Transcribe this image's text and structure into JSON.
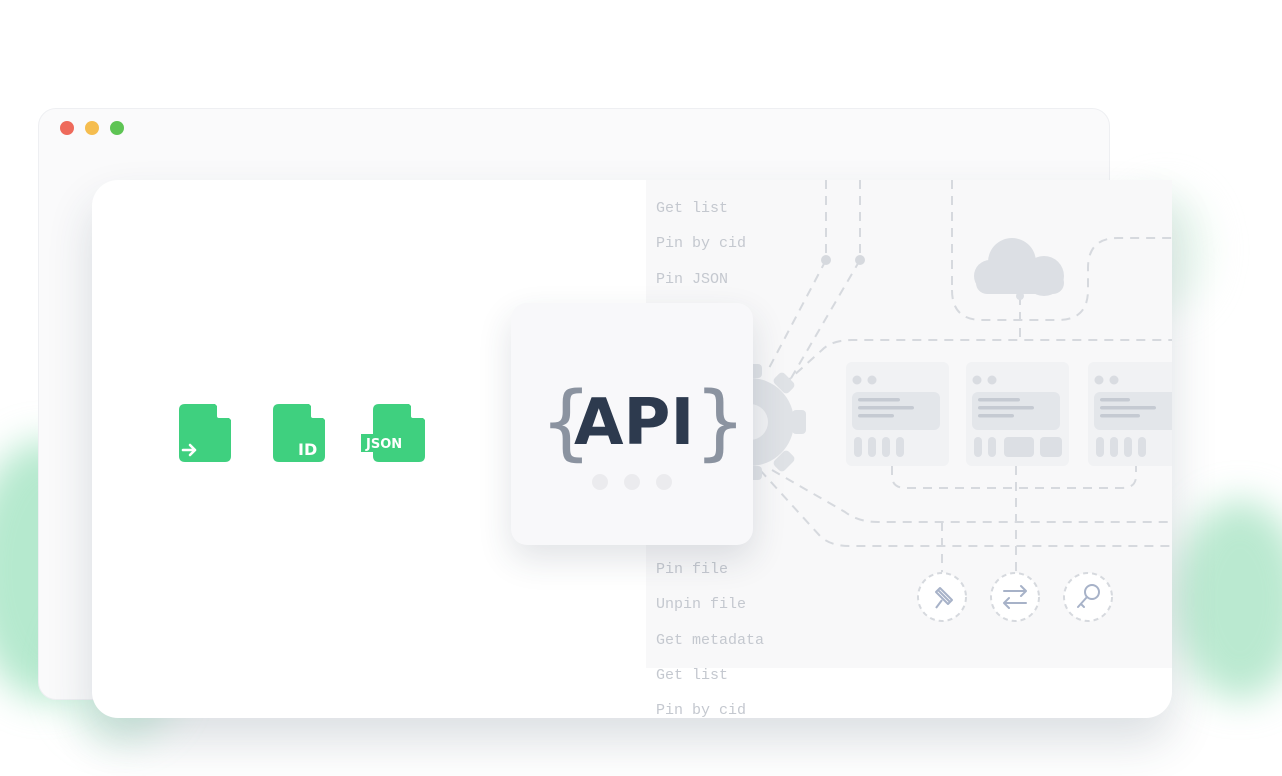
{
  "window": {
    "controls": [
      "close",
      "minimize",
      "maximize"
    ],
    "control_colors": {
      "close": "#ee6a5b",
      "minimize": "#f5bd4f",
      "maximize": "#5ec454"
    }
  },
  "file_icons": [
    {
      "icon": "file-arrow-icon",
      "label": ""
    },
    {
      "icon": "file-id-icon",
      "label": "ID"
    },
    {
      "icon": "file-json-icon",
      "label": "JSON"
    }
  ],
  "api_card": {
    "open_brace": "{",
    "word": "API",
    "close_brace": "}"
  },
  "code_lines_top": [
    "Get list",
    "Pin by cid",
    "Pin JSON"
  ],
  "code_lines_bottom": [
    "Pin file",
    "Unpin file",
    "Get metadata",
    "Get list",
    "Pin by cid"
  ],
  "diagram_icons": [
    "cloud-icon",
    "gear-icon",
    "pin-icon",
    "transfer-icon",
    "key-icon"
  ],
  "colors": {
    "accent_green": "#3fd07f",
    "api_text": "#2d3a4e",
    "api_brace": "#8b93a0",
    "diagram_gray": "#d6d9de",
    "code_text": "#c4c8cf"
  }
}
